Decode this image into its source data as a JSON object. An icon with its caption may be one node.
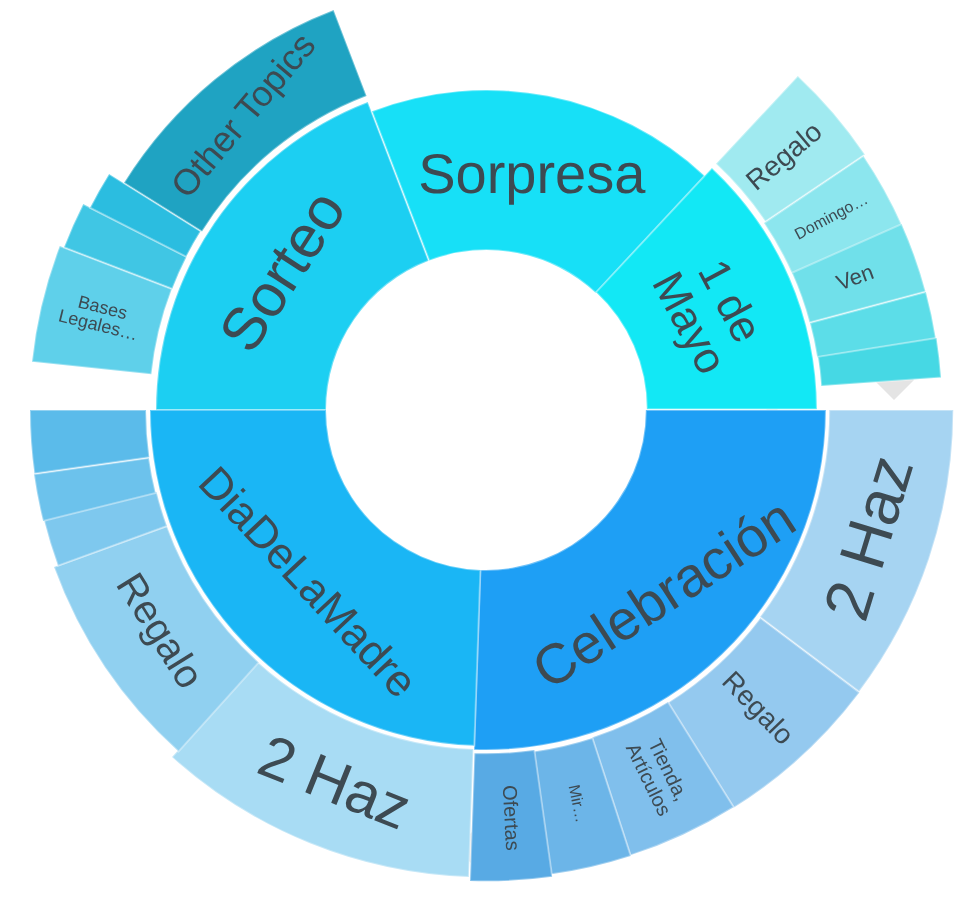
{
  "diagram": {
    "nodes": [
      {
        "text": [
          "Sorteo"
        ]
      },
      {
        "text": [
          "Sorpresa"
        ]
      },
      {
        "text": [
          "1 de Mayo"
        ]
      },
      {
        "text": [
          "Celebración"
        ]
      },
      {
        "text": [
          "DiaDeLaMadre"
        ]
      },
      {
        "text": [
          "Bases Legales…"
        ]
      },
      {
        "text": [],
        "shape": "wedge"
      },
      {
        "text": [],
        "shape": "wedge"
      },
      {
        "text": [
          "Other Topics"
        ]
      },
      {
        "text": [
          "Regalo"
        ]
      },
      {
        "text": [
          "Domingo…"
        ]
      },
      {
        "text": [
          "Ven"
        ]
      },
      {
        "text": [],
        "shape": "wedge"
      },
      {
        "text": [],
        "shape": "wedge"
      },
      {
        "text": [
          "2 Haz"
        ]
      },
      {
        "text": [
          "Regalo"
        ]
      },
      {
        "text": [
          "Tienda, Artículos"
        ]
      },
      {
        "text": [
          "Mir…"
        ]
      },
      {
        "text": [
          "Ofertas"
        ]
      },
      {
        "text": [
          "2 Haz"
        ]
      },
      {
        "text": [
          "Regalo"
        ]
      },
      {
        "text": [],
        "shape": "wedge"
      },
      {
        "text": [],
        "shape": "wedge"
      },
      {
        "text": [],
        "shape": "wedge"
      }
    ]
  }
}
